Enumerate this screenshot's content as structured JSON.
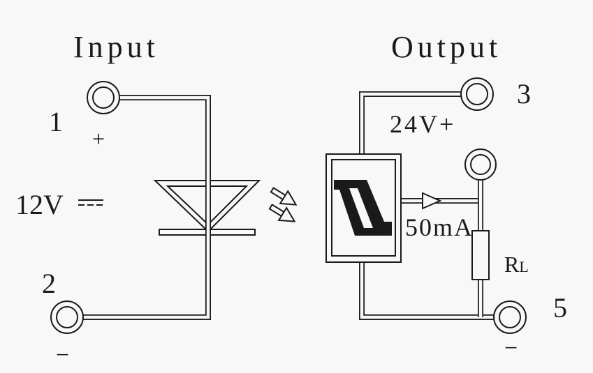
{
  "title_input": "Input",
  "title_output": "Output",
  "terminals": {
    "t1": "1",
    "t2": "2",
    "t3": "3",
    "t5": "5"
  },
  "labels": {
    "plus": "+",
    "minus_in": "−",
    "minus_out": "−",
    "input_voltage": "12V",
    "dc_symbol": "⎓",
    "output_voltage": "24V+",
    "current": "50mA",
    "resistor": "R",
    "resistor_sub": "L"
  }
}
